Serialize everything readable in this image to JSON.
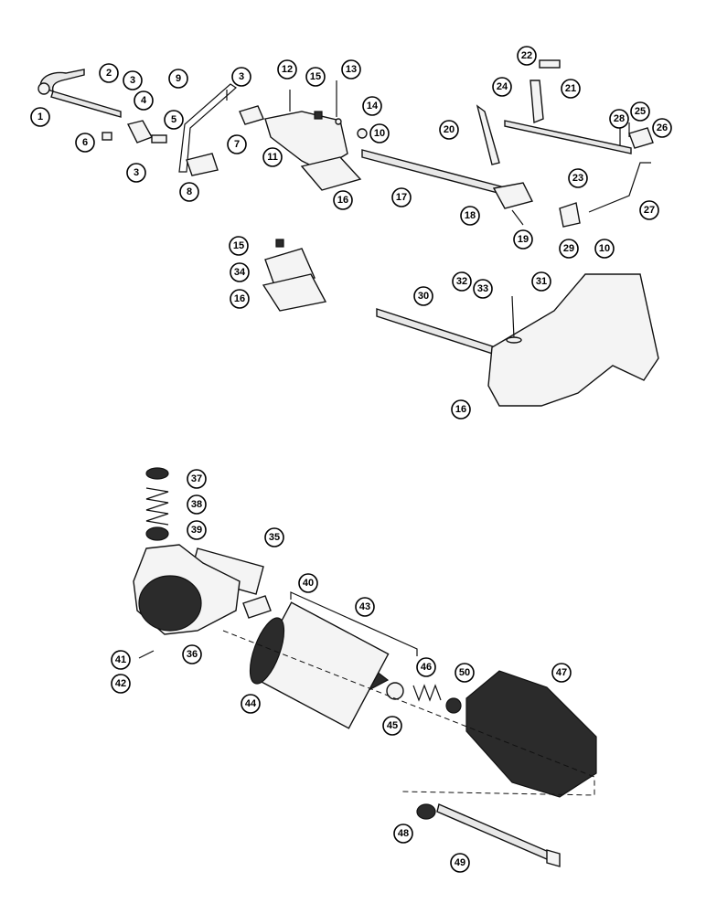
{
  "callouts": [
    "1",
    "2",
    "3",
    "4",
    "5",
    "6",
    "3",
    "9",
    "3",
    "7",
    "8",
    "11",
    "12",
    "15",
    "13",
    "14",
    "10",
    "16",
    "17",
    "22",
    "24",
    "21",
    "20",
    "28",
    "25",
    "26",
    "23",
    "18",
    "19",
    "29",
    "27",
    "10",
    "15",
    "34",
    "16",
    "32",
    "33",
    "31",
    "30",
    "16",
    "37",
    "38",
    "39",
    "35",
    "40",
    "43",
    "36",
    "41",
    "42",
    "44",
    "46",
    "50",
    "47",
    "45",
    "48",
    "49"
  ]
}
